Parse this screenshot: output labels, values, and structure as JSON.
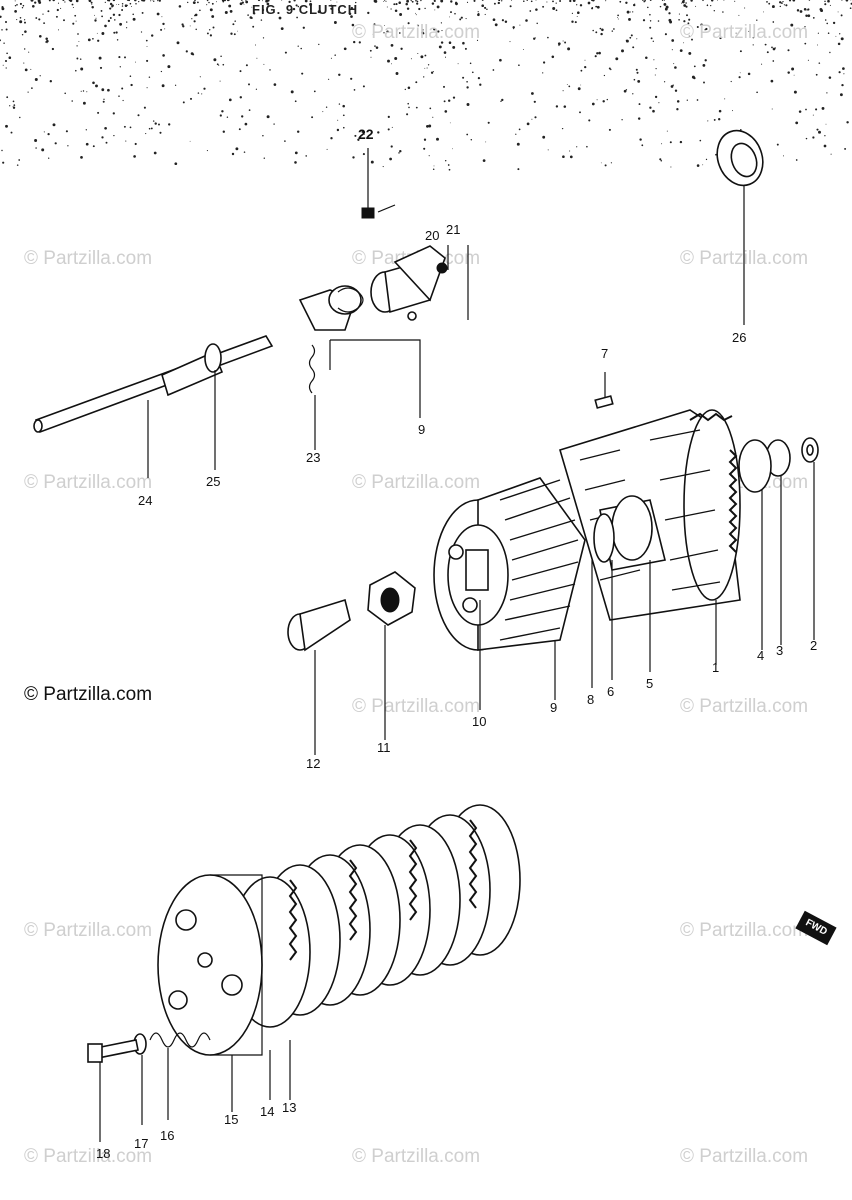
{
  "title": "FIG. 9 CLUTCH",
  "copyright": "© Partzilla.com",
  "watermark": "© Partzilla.com",
  "forward_marker": "FWD",
  "part_labels": {
    "p1": "1",
    "p2": "2",
    "p3": "3",
    "p4": "4",
    "p5": "5",
    "p6": "6",
    "p7": "7",
    "p8": "8",
    "p9a": "9",
    "p9b": "9",
    "p10": "10",
    "p11": "11",
    "p12": "12",
    "p13": "13",
    "p14": "14",
    "p15": "15",
    "p16": "16",
    "p17": "17",
    "p18": "18",
    "p20": "20",
    "p21": "21",
    "p22": "22",
    "p23": "23",
    "p24": "24",
    "p25": "25",
    "p26": "26"
  }
}
